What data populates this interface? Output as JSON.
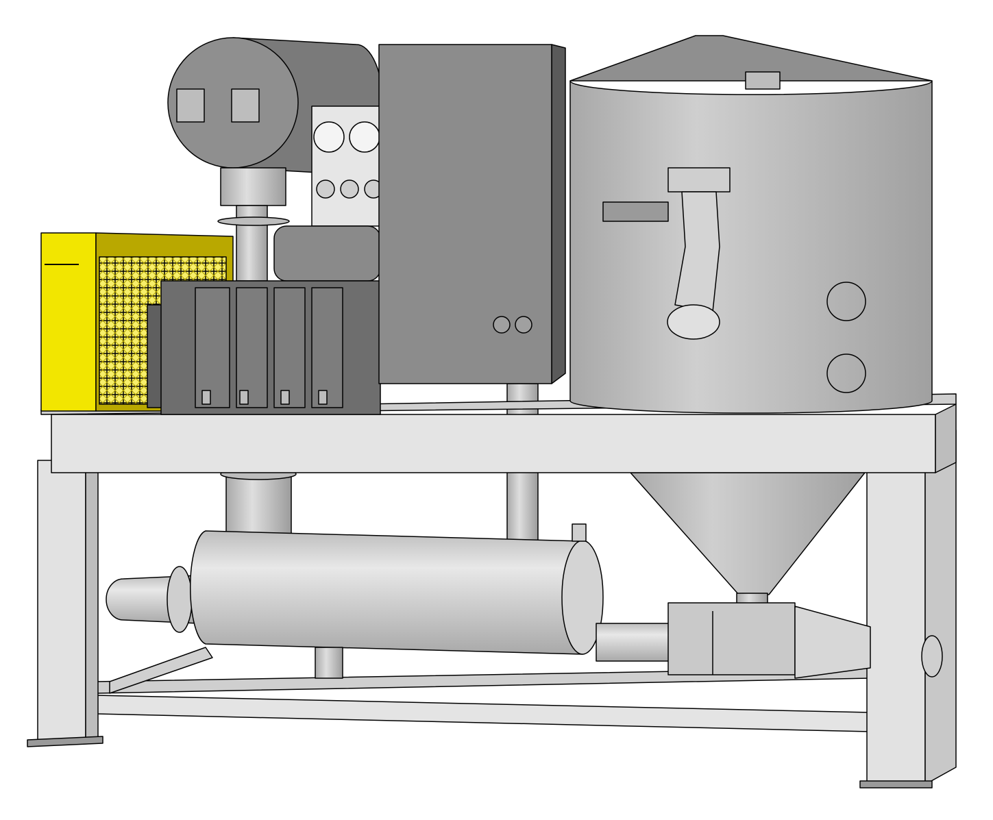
{
  "scene": {
    "subject": "",
    "colors": {
      "background": "#ffffff",
      "frame": "#e2e2e2",
      "frame_shadow": "#9a9a9a",
      "tank": "#bdbdbd",
      "tank_dark": "#8f8f8f",
      "electrical_box": "#8c8c8c",
      "blower": "#6e6e6e",
      "cooler": "#f2e600",
      "cooler_dark": "#b9a800",
      "outline": "#000000"
    },
    "components": [
      {
        "name": "cyclone-tank"
      },
      {
        "name": "hopper-cone"
      },
      {
        "name": "electrical-enclosure"
      },
      {
        "name": "gauge-panel"
      },
      {
        "name": "blower"
      },
      {
        "name": "motor"
      },
      {
        "name": "inlet-silencer"
      },
      {
        "name": "discharge-silencer"
      },
      {
        "name": "heat-exchanger-cooler"
      },
      {
        "name": "rotary-feeder"
      },
      {
        "name": "support-frame"
      }
    ]
  }
}
